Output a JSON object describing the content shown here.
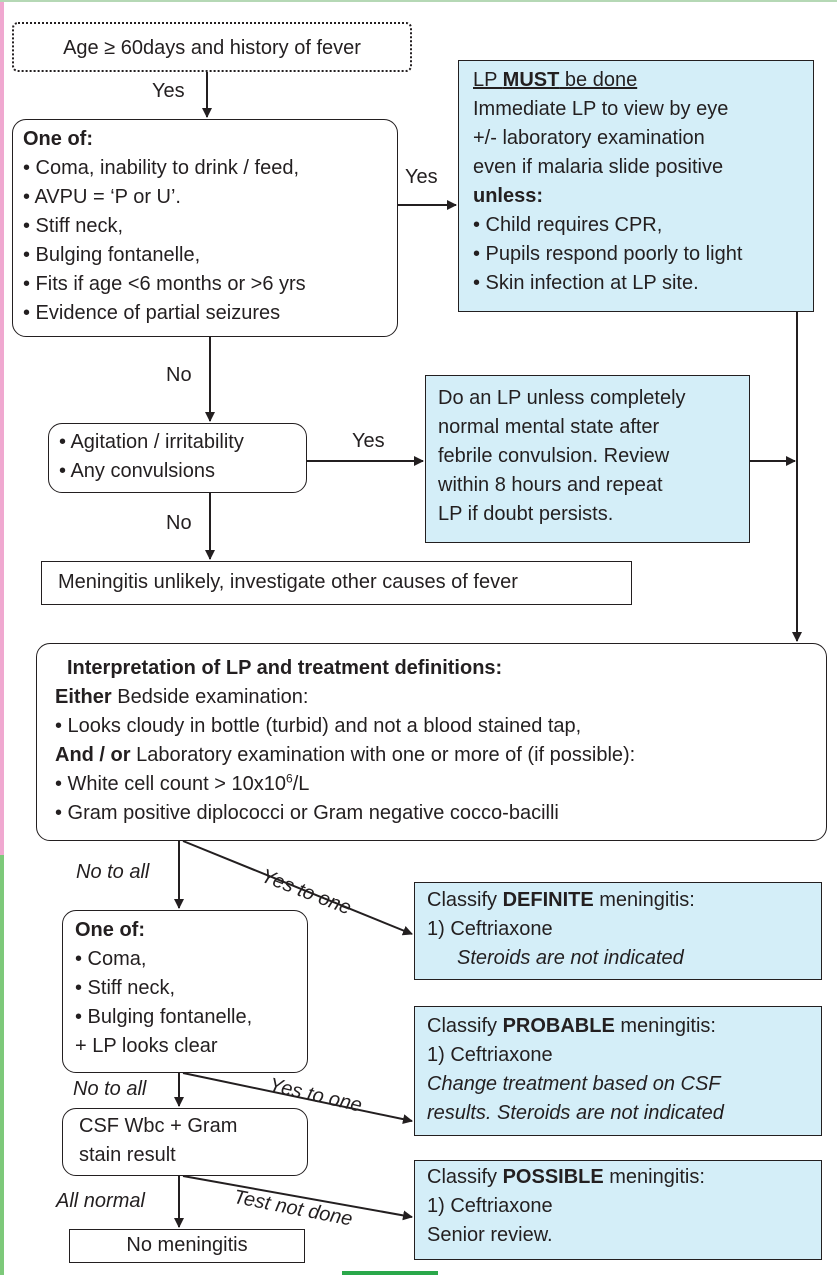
{
  "colors": {
    "box_fill_blue": "#d4eef8",
    "ink": "#231f20",
    "edge_pink": "#f0a8d0",
    "edge_green": "#7dc97a",
    "bottom_green": "#2aa84a"
  },
  "start": {
    "text": "Age ≥ 60days and history of fever"
  },
  "box1": {
    "heading": "One of:",
    "items": [
      "• Coma, inability to drink / feed,",
      "• AVPU = ‘P or U’.",
      "• Stiff neck,",
      "• Bulging fontanelle,",
      "• Fits if age <6 months or >6 yrs",
      "• Evidence of partial seizures"
    ]
  },
  "lp_box": {
    "line1_prefix": "LP ",
    "line1_bold": "MUST",
    "line1_suffix": " be done",
    "lines": [
      "Immediate LP to view by eye",
      "+/- laboratory examination",
      "even if malaria slide positive"
    ],
    "unless": "unless:",
    "items": [
      "• Child requires CPR,",
      "• Pupils respond poorly to light",
      "• Skin infection at LP site."
    ]
  },
  "box2": {
    "items": [
      "• Agitation / irritability",
      "• Any convulsions"
    ]
  },
  "do_lp_box": {
    "lines": [
      "Do an LP unless completely",
      "normal mental state after",
      "febrile convulsion. Review",
      "within 8 hours and repeat",
      "LP if doubt persists."
    ]
  },
  "unlikely_box": {
    "text": "Meningitis unlikely, investigate other causes of fever"
  },
  "interp_box": {
    "title": "Interpretation of LP and treatment definitions:",
    "either_bold": "Either",
    "either_rest": " Bedside examination:",
    "bullet1": "• Looks cloudy in bottle (turbid) and not a blood stained tap,",
    "andor_bold": "And / or",
    "andor_rest": " Laboratory examination with one or more of (if possible):",
    "bullet2_pre": "• White cell count > 10x10",
    "bullet2_sup": "6",
    "bullet2_post": "/L",
    "bullet3": "• Gram positive diplococci or Gram negative cocco-bacilli"
  },
  "box3": {
    "heading": "One of:",
    "items": [
      "• Coma,",
      "• Stiff neck,",
      "• Bulging fontanelle,",
      "+ LP looks clear"
    ]
  },
  "csf_box": {
    "lines": [
      "CSF Wbc + Gram",
      "stain result"
    ]
  },
  "no_meningitis": {
    "text": "No meningitis"
  },
  "definite": {
    "pre": "Classify ",
    "bold": "DEFINITE",
    "post": " meningitis:",
    "line2": "1) Ceftriaxone",
    "line3": "Steroids are not indicated"
  },
  "probable": {
    "pre": "Classify ",
    "bold": "PROBABLE",
    "post": " meningitis:",
    "line2": "1) Ceftriaxone",
    "line3": "Change treatment based on CSF",
    "line4": "results. Steroids are not indicated"
  },
  "possible": {
    "pre": "Classify ",
    "bold": "POSSIBLE",
    "post": " meningitis:",
    "line2": "1) Ceftriaxone",
    "line3": "Senior review."
  },
  "labels": {
    "yes1": "Yes",
    "yes2": "Yes",
    "no1": "No",
    "yes3": "Yes",
    "no2": "No",
    "no_to_all1": "No to all",
    "yes_to_one1": "Yes to one",
    "no_to_all2": "No to all",
    "yes_to_one2": "Yes to one",
    "all_normal": "All normal",
    "test_not_done": "Test not done"
  }
}
